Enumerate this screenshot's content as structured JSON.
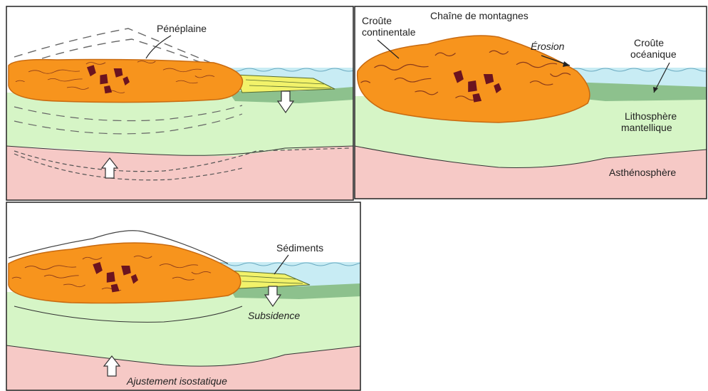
{
  "panel_top_left": {
    "label_peneplaine": "Pénéplaine"
  },
  "panel_top_right": {
    "label_croute_continentale_1": "Croûte",
    "label_croute_continentale_2": "continentale",
    "label_chaine": "Chaîne de montagnes",
    "label_erosion": "Érosion",
    "label_croute_oceanique_1": "Croûte",
    "label_croute_oceanique_2": "océanique",
    "label_lithosphere_1": "Lithosphère",
    "label_lithosphere_2": "mantellique",
    "label_asthenosphere": "Asthénosphère"
  },
  "panel_bottom_left": {
    "label_sediments": "Sédiments",
    "label_subsidence": "Subsidence",
    "label_ajustement": "Ajustement isostatique"
  },
  "colors": {
    "crust": "#f7941d",
    "crust_outline": "#c86a10",
    "squiggle": "#8a3a1a",
    "xenolith": "#6b1420",
    "ocean": "#c8ecf4",
    "oceanic_crust": "#8dc18d",
    "lithosphere": "#d6f5c6",
    "asthenosphere": "#f6c9c6",
    "sediment": "#f2f26a",
    "frame": "#222222"
  }
}
